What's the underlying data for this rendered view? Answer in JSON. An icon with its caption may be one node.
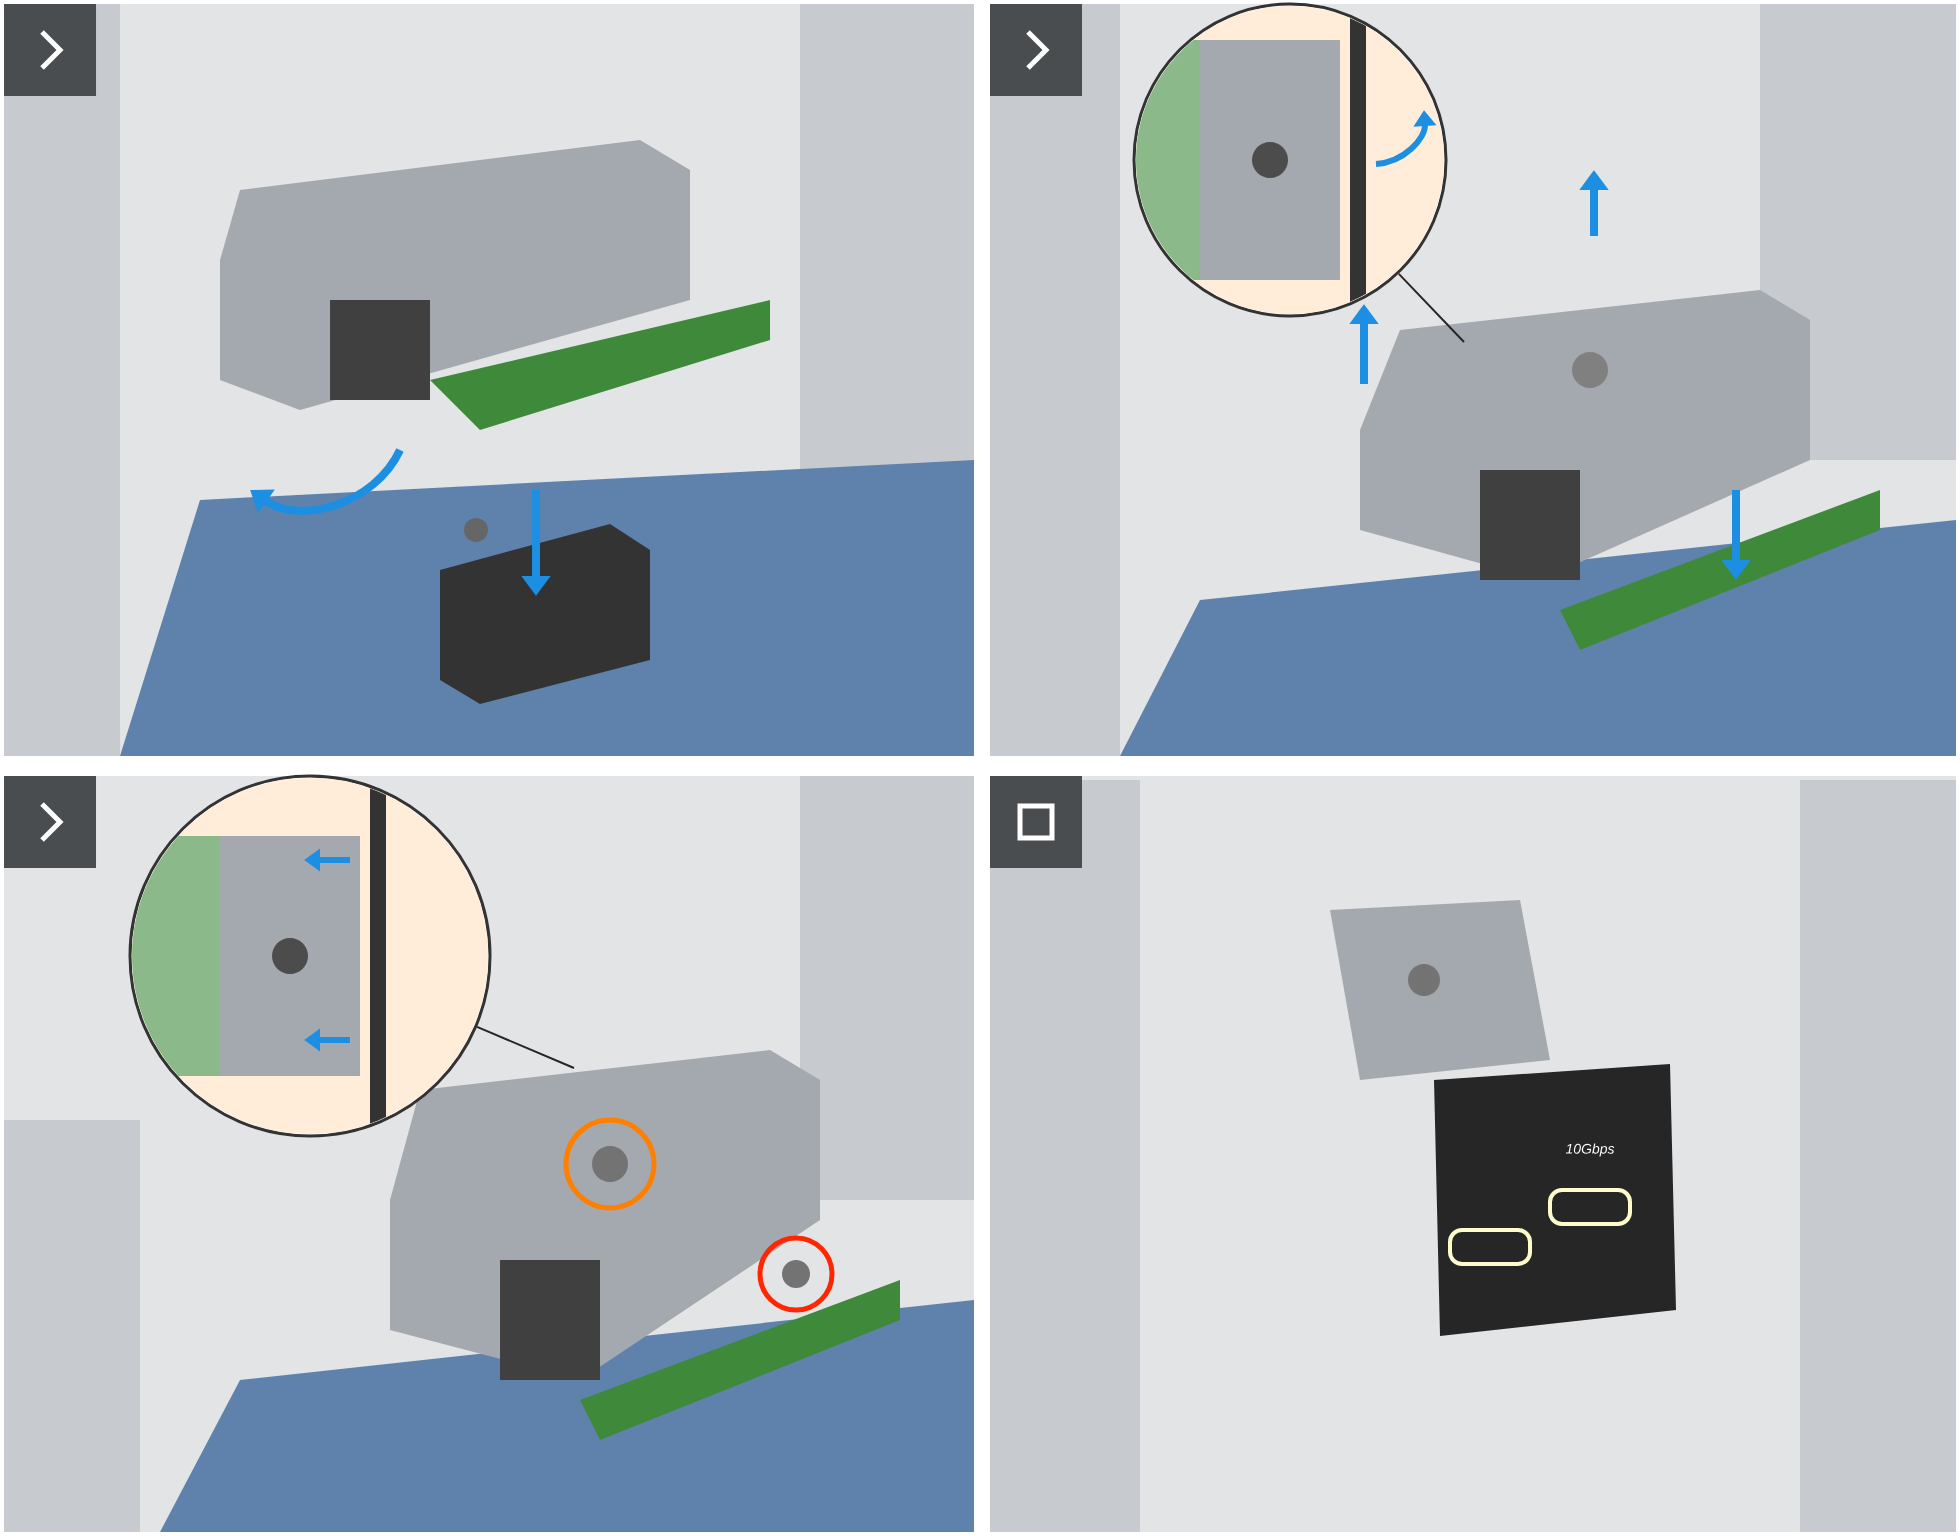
{
  "diagram": {
    "nodes": [
      {
        "text": [],
        "shape": "picture"
      },
      {
        "text": [],
        "shape": "picture"
      }
    ],
    "edges": [
      {
        "from": 0,
        "to": null,
        "arrow": "none"
      },
      {
        "from": 1,
        "to": null,
        "arrow": "none"
      }
    ],
    "labels": [
      "10Gbps"
    ]
  }
}
